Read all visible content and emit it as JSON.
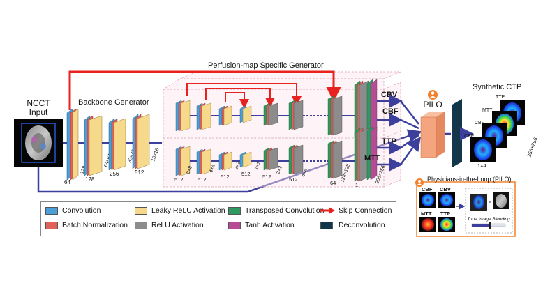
{
  "input": {
    "title_line1": "NCCT",
    "title_line2": "Input"
  },
  "headers": {
    "backbone": "Backbone Generator",
    "perfusion": "Perfusion-map Specific Generator",
    "synthetic": "Synthetic CTP",
    "pilo": "PILO"
  },
  "backbone_dims": [
    "64",
    "128×128",
    "128",
    "64×64",
    "256",
    "32×32",
    "512",
    "16×16"
  ],
  "upper_dims": [
    "512",
    "8×8",
    "512",
    "4×4",
    "512",
    "2×2",
    "512",
    "1×1",
    "512",
    "2×2",
    "512",
    "4×4",
    "64",
    "128×128",
    "1",
    "256×256"
  ],
  "map_labels": [
    "CBV",
    "CBF",
    "TTP",
    "MTT"
  ],
  "output_stack": {
    "labels": [
      "TTP",
      "MTT",
      "CBV",
      "CBF"
    ],
    "dim_side": "256×256",
    "dim_bottom": "1×4"
  },
  "pilo_panel": {
    "title": "Physicians-in-the-Loop (PILO)",
    "maps": [
      "CBF",
      "CBV",
      "MTT",
      "TTP"
    ],
    "slider_label": "Tune Image Blending",
    "slider_value": 0.55
  },
  "legend": [
    {
      "label": "Convolution",
      "color": "#4a9fd8"
    },
    {
      "label": "Batch Normalization",
      "color": "#e0605a"
    },
    {
      "label": "Leaky ReLU Activation",
      "color": "#f6d98a"
    },
    {
      "label": "ReLU Activation",
      "color": "#8c8c8c"
    },
    {
      "label": "Transposed Convolution",
      "color": "#2e9a62"
    },
    {
      "label": "Tanh Activation",
      "color": "#b64d94"
    },
    {
      "label": "Skip Connection",
      "color": "#e8231f"
    },
    {
      "label": "Deconvolution",
      "color": "#12374a"
    }
  ]
}
